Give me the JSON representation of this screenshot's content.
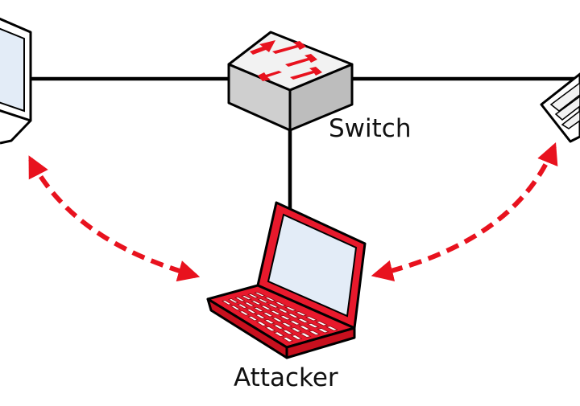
{
  "diagram": {
    "nodes": {
      "switch": {
        "label": "Switch",
        "icon": "network-switch-icon"
      },
      "attacker": {
        "label": "Attacker",
        "icon": "laptop-icon"
      },
      "left_host": {
        "label": "",
        "icon": "laptop-icon"
      },
      "right_host": {
        "label": "",
        "icon": "laptop-icon"
      }
    },
    "links": [
      {
        "from": "left_host",
        "to": "switch",
        "style": "solid"
      },
      {
        "from": "switch",
        "to": "right_host",
        "style": "solid"
      },
      {
        "from": "switch",
        "to": "attacker",
        "style": "solid"
      },
      {
        "from": "left_host",
        "to": "attacker",
        "style": "dashed-bidirectional"
      },
      {
        "from": "right_host",
        "to": "attacker",
        "style": "dashed-bidirectional"
      }
    ],
    "colors": {
      "attacker": "#e8192c",
      "attack_arrow": "#e8121e",
      "switch_body": "#dcdcdc",
      "screen": "#e3ecf7",
      "line": "#000000"
    }
  }
}
